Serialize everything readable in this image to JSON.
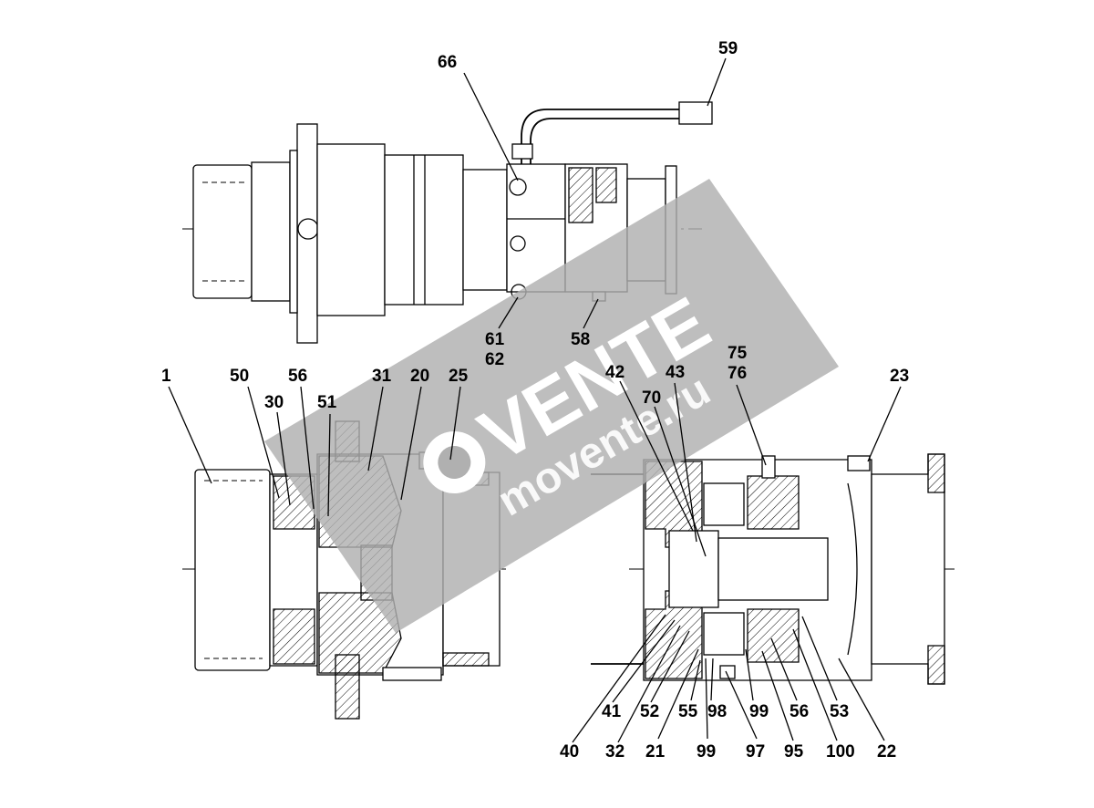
{
  "watermark": {
    "main_text": "VENTE",
    "url_text": "movente.ru",
    "band_color": "#b0b0b0"
  },
  "top_view": {
    "callouts": [
      "66",
      "59",
      "61",
      "62",
      "58"
    ]
  },
  "bottom_left_section": {
    "callouts": [
      "1",
      "50",
      "56",
      "30",
      "51",
      "31",
      "20",
      "25"
    ]
  },
  "bottom_right_section": {
    "callouts_top": [
      "42",
      "43",
      "70",
      "75",
      "76",
      "23"
    ],
    "callouts_bottom": [
      "40",
      "41",
      "32",
      "52",
      "21",
      "55",
      "98",
      "99",
      "99",
      "97",
      "56",
      "95",
      "53",
      "100",
      "22"
    ]
  }
}
